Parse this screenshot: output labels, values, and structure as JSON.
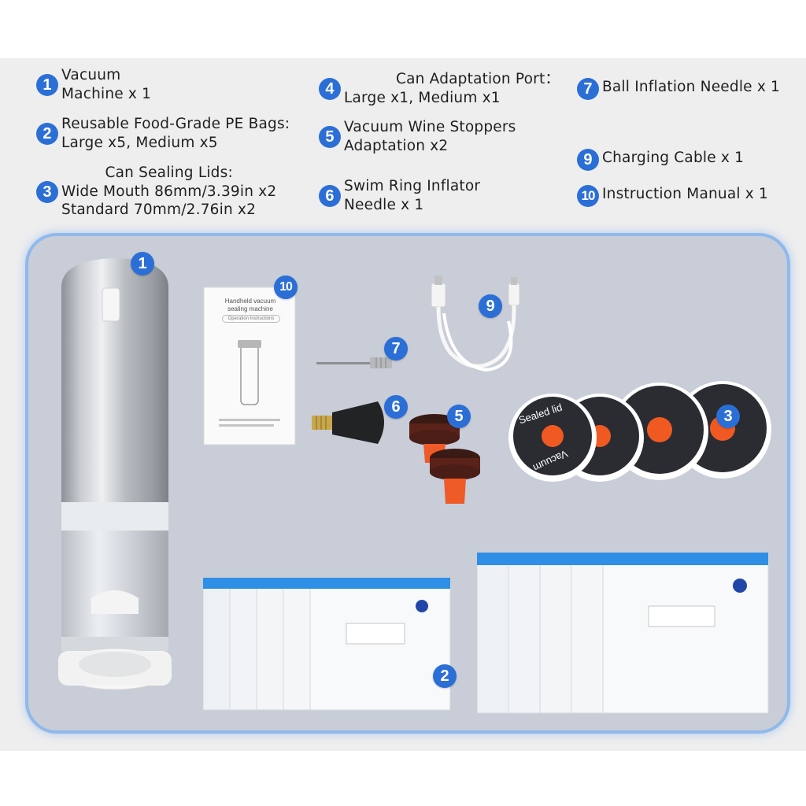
{
  "legend": [
    {
      "num": "1",
      "lines": [
        "Vacuum",
        "Machine x 1"
      ]
    },
    {
      "num": "2",
      "lines": [
        "Reusable Food-Grade PE Bags:",
        "Large x5, Medium x5"
      ]
    },
    {
      "num": "3",
      "heading": "Can Sealing Lids:",
      "lines": [
        "Wide Mouth 86mm/3.39in x2",
        "Standard 70mm/2.76in x2"
      ]
    },
    {
      "num": "4",
      "heading": "Can Adaptation Port：",
      "lines": [
        "Large x1, Medium x1"
      ]
    },
    {
      "num": "5",
      "lines": [
        "Vacuum Wine Stoppers",
        "Adaptation x2"
      ]
    },
    {
      "num": "6",
      "lines": [
        "Swim Ring Inflator",
        "Needle x 1"
      ]
    },
    {
      "num": "7",
      "lines": [
        "Ball Inflation Needle x 1"
      ]
    },
    {
      "num": "9",
      "lines": [
        "Charging Cable x 1"
      ]
    },
    {
      "num": "10",
      "lines": [
        "Instruction Manual x 1"
      ]
    }
  ],
  "panel_badges": [
    "1",
    "10",
    "7",
    "9",
    "6",
    "5",
    "3",
    "2"
  ],
  "manual": {
    "title_line1": "Handheld vacuum",
    "title_line2": "sealing machine",
    "subtitle": "Operation Instructions"
  },
  "lid_text": {
    "top": "Sealed lid",
    "bottom": "Vacuum"
  },
  "colors": {
    "badge": "#2b6fd6",
    "panel_border": "#8fb9ec",
    "lid_orange": "#f05a22",
    "bag_strip": "#2f8fe6"
  }
}
